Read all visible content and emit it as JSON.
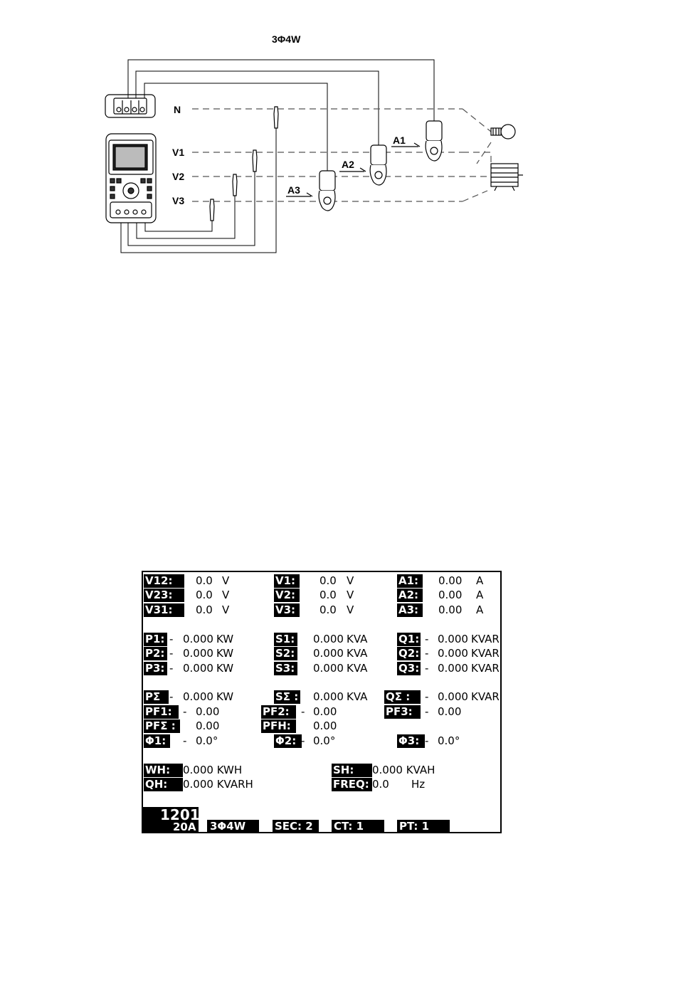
{
  "diagram": {
    "title": "3Φ4W",
    "lines": {
      "N": "N",
      "V1": "V1",
      "V2": "V2",
      "V3": "V3"
    },
    "clamps": {
      "A1": "A1",
      "A2": "A2",
      "A3": "A3"
    }
  },
  "lcd": {
    "voltage": [
      {
        "label": "V12:",
        "value": "0.0",
        "unit": "V"
      },
      {
        "label": "V23:",
        "value": "0.0",
        "unit": "V"
      },
      {
        "label": "V31:",
        "value": "0.0",
        "unit": "V"
      },
      {
        "label": "V1:",
        "value": "0.0",
        "unit": "V"
      },
      {
        "label": "V2:",
        "value": "0.0",
        "unit": "V"
      },
      {
        "label": "V3:",
        "value": "0.0",
        "unit": "V"
      },
      {
        "label": "A1:",
        "value": "0.00",
        "unit": "A"
      },
      {
        "label": "A2:",
        "value": "0.00",
        "unit": "A"
      },
      {
        "label": "A3:",
        "value": "0.00",
        "unit": "A"
      }
    ],
    "power": [
      {
        "label": "P1:",
        "sign": "-",
        "value": "0.000",
        "unit": "KW"
      },
      {
        "label": "P2:",
        "sign": "-",
        "value": "0.000",
        "unit": "KW"
      },
      {
        "label": "P3:",
        "sign": "-",
        "value": "0.000",
        "unit": "KW"
      },
      {
        "label": "S1:",
        "value": "0.000",
        "unit": "KVA"
      },
      {
        "label": "S2:",
        "value": "0.000",
        "unit": "KVA"
      },
      {
        "label": "S3:",
        "value": "0.000",
        "unit": "KVA"
      },
      {
        "label": "Q1:",
        "sign": "-",
        "value": "0.000",
        "unit": "KVAR"
      },
      {
        "label": "Q2:",
        "sign": "-",
        "value": "0.000",
        "unit": "KVAR"
      },
      {
        "label": "Q3:",
        "sign": "-",
        "value": "0.000",
        "unit": "KVAR"
      }
    ],
    "totals": {
      "psum": {
        "label": "PΣ",
        "sign": "-",
        "value": "0.000",
        "unit": "KW"
      },
      "ssum": {
        "label": "SΣ :",
        "value": "0.000",
        "unit": "KVA"
      },
      "qsum": {
        "label": "QΣ :",
        "sign": "-",
        "value": "0.000",
        "unit": "KVAR"
      },
      "pf1": {
        "label": "PF1:",
        "sign": "-",
        "value": "0.00"
      },
      "pf2": {
        "label": "PF2:",
        "sign": "-",
        "value": "0.00"
      },
      "pf3": {
        "label": "PF3:",
        "sign": "-",
        "value": "0.00"
      },
      "pfsum": {
        "label": "PFΣ :",
        "value": "0.00"
      },
      "pfh": {
        "label": "PFH:",
        "value": "0.00"
      },
      "phi1": {
        "label": "Φ1:",
        "sign": "-",
        "value": "0.0°"
      },
      "phi2": {
        "label": "Φ2:",
        "sign": "-",
        "value": "0.0°"
      },
      "phi3": {
        "label": "Φ3:",
        "sign": "-",
        "value": "0.0°"
      }
    },
    "energy": {
      "wh": {
        "label": "WH:",
        "value": "0.000 KWH"
      },
      "qh": {
        "label": "QH:",
        "value": "0.000 KVARH"
      },
      "sh": {
        "label": "SH:",
        "value": "0.000 KVAH"
      },
      "freq": {
        "label": "FREQ:",
        "value": "0.0",
        "unit": "Hz"
      }
    },
    "status": {
      "count": "1201",
      "range": "20A",
      "mode": "3Φ4W",
      "sec": "SEC:  2",
      "ct": "CT:      1",
      "pt": "PT:      1"
    }
  }
}
